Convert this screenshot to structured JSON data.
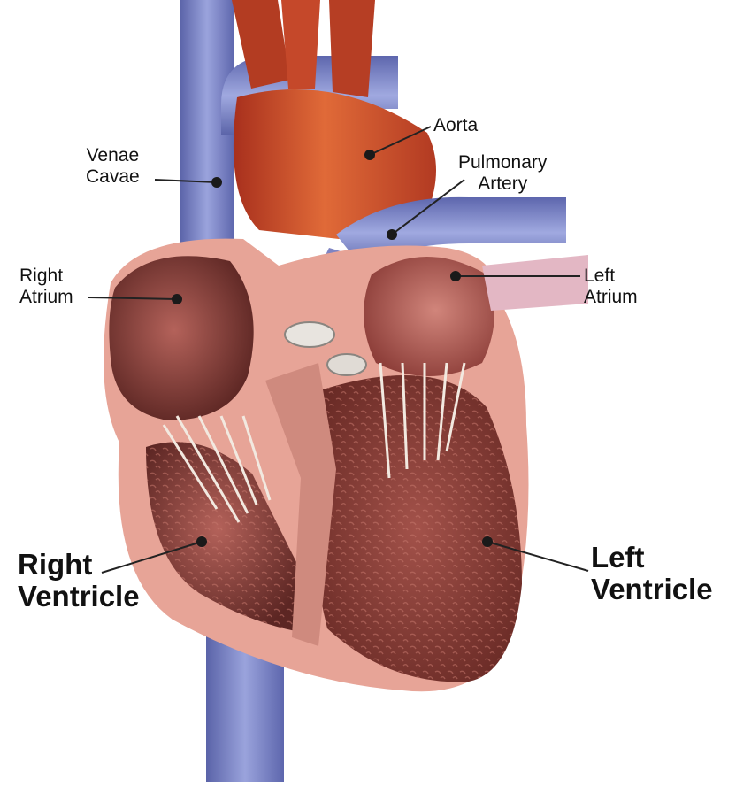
{
  "labels": {
    "venae_cavae": [
      "Venae",
      "Cavae"
    ],
    "aorta": [
      "Aorta"
    ],
    "pulmonary_artery": [
      "Pulmonary",
      "Artery"
    ],
    "right_atrium": [
      "Right",
      "Atrium"
    ],
    "left_atrium": [
      "Left",
      "Atrium"
    ],
    "right_ventricle": [
      "Right",
      "Ventricle"
    ],
    "left_ventricle": [
      "Left",
      "Ventricle"
    ]
  },
  "colors": {
    "vein_blue": "#7f88c9",
    "aorta_red": "#c8452a",
    "muscle_pink": "#e7a497",
    "chamber_dark": "#6e2f2a",
    "chamber_mid": "#a3524a",
    "atrium_inner": "#b5605b",
    "tendon": "#f2e9e0"
  }
}
